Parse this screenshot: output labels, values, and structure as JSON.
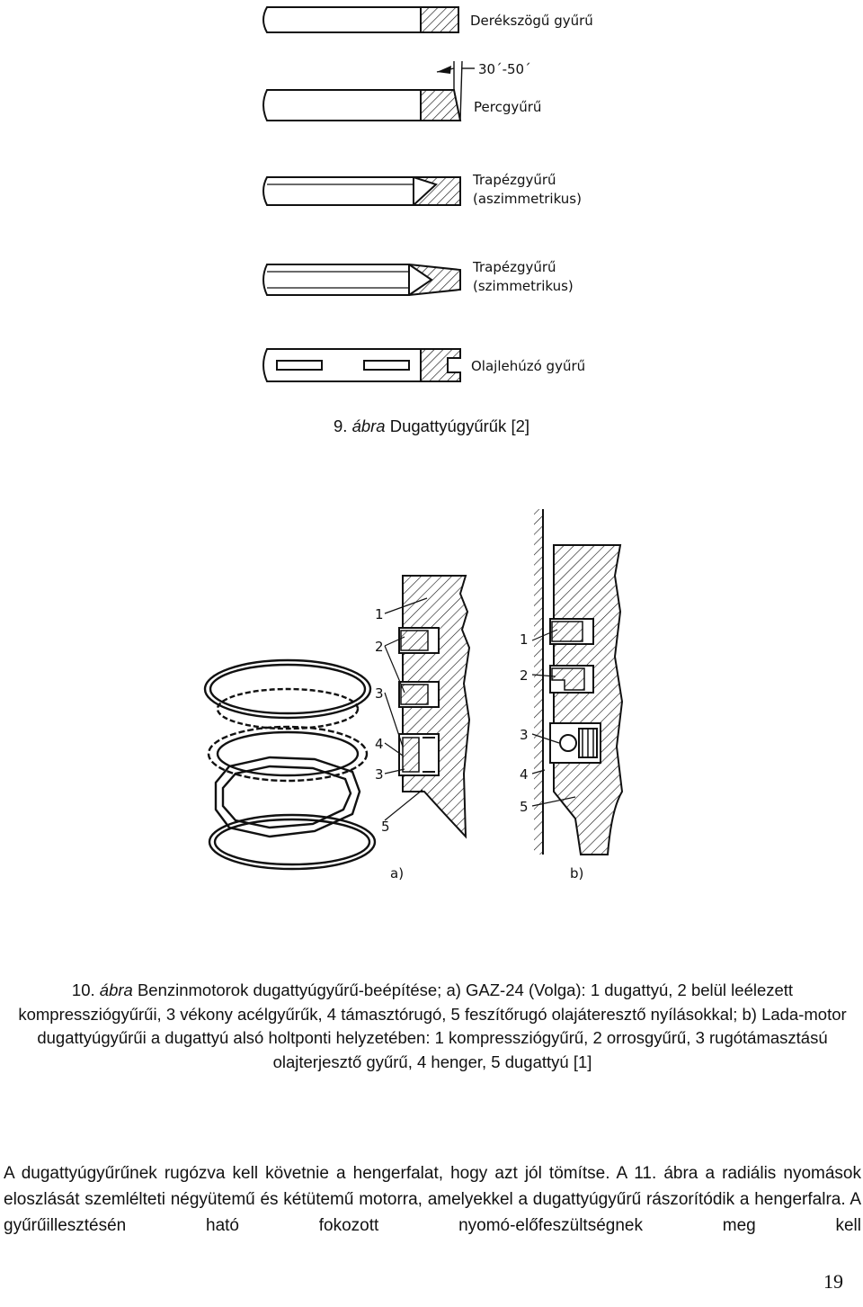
{
  "figure9": {
    "labels": {
      "ring1": "Derékszögű gyűrű",
      "ring2_angle": "30´-50´",
      "ring2": "Percgyűrű",
      "ring3_line1": "Trapézgyűrű",
      "ring3_line2": "(aszimmetrikus)",
      "ring4_line1": "Trapézgyűrű",
      "ring4_line2": "(szimmetrikus)",
      "ring5": "Olajlehúzó gyűrű"
    },
    "caption": {
      "number": "9.",
      "word": "ábra",
      "text": "Dugattyúgyűrűk [2]"
    }
  },
  "figure10": {
    "a_labels": [
      "1",
      "2",
      "3",
      "4",
      "3",
      "5"
    ],
    "b_labels": [
      "1",
      "2",
      "3",
      "4",
      "5"
    ],
    "panel_a": "a)",
    "panel_b": "b)",
    "caption": {
      "number": "10.",
      "word": "ábra",
      "text": "Benzinmotorok dugattyúgyűrű-beépítése; a) GAZ-24 (Volga): 1 dugattyú, 2 belül leélezett kompressziógyűrűi, 3 vékony acélgyűrűk, 4 támasztórugó, 5 feszítőrugó olajáteresztő nyílásokkal; b) Lada-motor dugattyúgyűrűi a dugattyú alsó holtponti helyzetében: 1 kompressziógyűrű, 2 orrosgyűrű, 3 rugótámasztású olajterjesztő gyűrű, 4 henger, 5 dugattyú [1]"
    }
  },
  "body": {
    "paragraph": "A dugattyúgyűrűnek rugózva kell követnie a hengerfalat, hogy azt jól tömítse. A 11. ábra a radiális nyomások eloszlását szemlélteti négyütemű és kétütemű motorra, amelyekkel a dugattyúgyűrű rászorítódik a hengerfalra. A gyűrűillesztésén ható fokozott nyomó-előfeszültségnek meg kell"
  },
  "page_number": "19"
}
